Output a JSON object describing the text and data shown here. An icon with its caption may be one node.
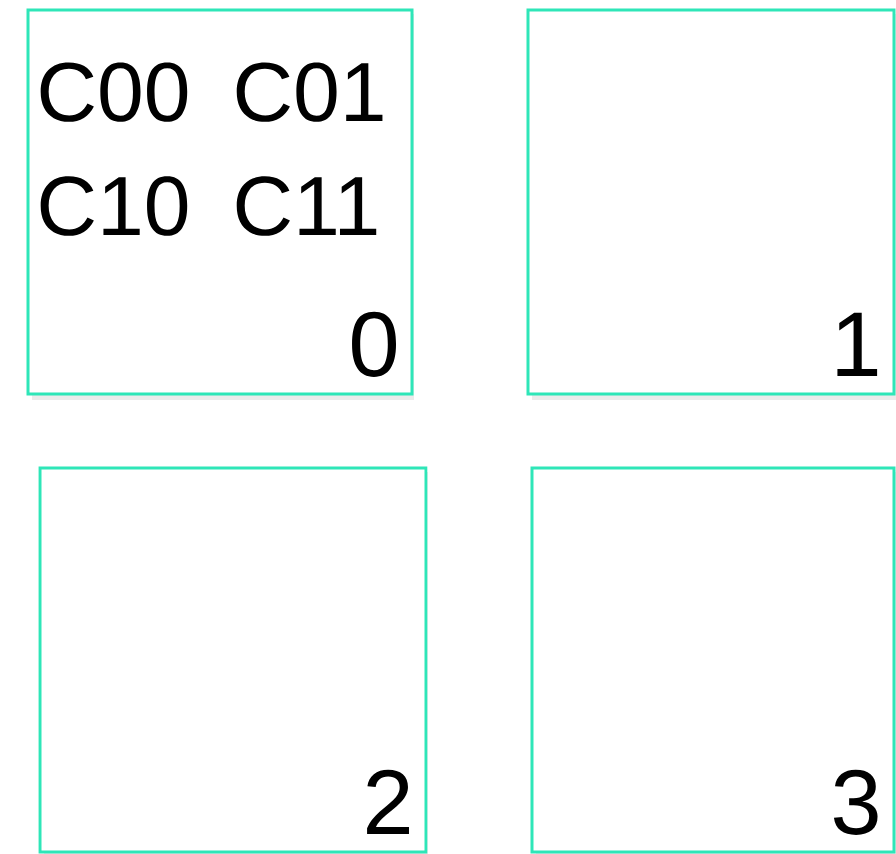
{
  "diagram": {
    "nodes": [
      {
        "text": [
          "C00 C01 C10 C11",
          "0"
        ]
      },
      {
        "text": [
          "1"
        ]
      },
      {
        "text": [
          "2"
        ]
      },
      {
        "text": [
          "3"
        ]
      }
    ]
  }
}
